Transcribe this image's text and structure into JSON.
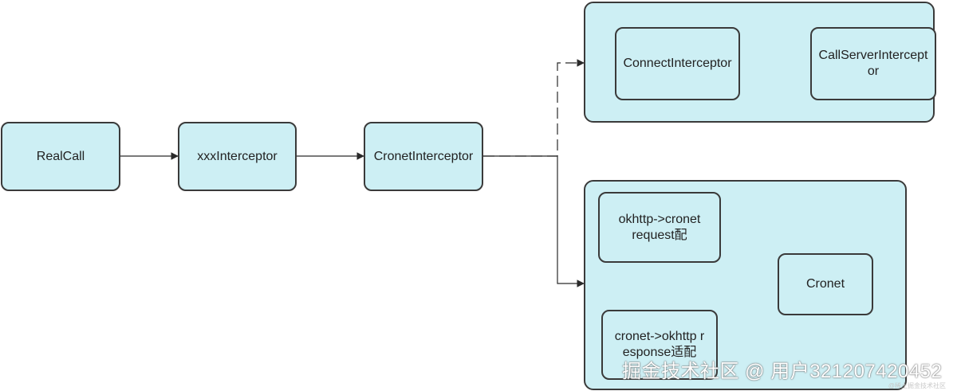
{
  "nodes": {
    "realcall": "RealCall",
    "xxx_interceptor": "xxxInterceptor",
    "cronet_interceptor": "CronetInterceptor",
    "connect_interceptor": "ConnectInterceptor",
    "callserver_interceptor": "CallServerInterceptor",
    "okhttp_to_cronet": "okhttp->cronet request配",
    "cronet": "Cronet",
    "cronet_to_okhttp": "cronet->okhttp response适配"
  },
  "watermark": {
    "main": "掘金技术社区 @ 用户321207420452",
    "small": "@稀土掘金技术社区"
  },
  "colors": {
    "node_fill": "#cdeff4",
    "stroke": "#3a3a3a"
  }
}
